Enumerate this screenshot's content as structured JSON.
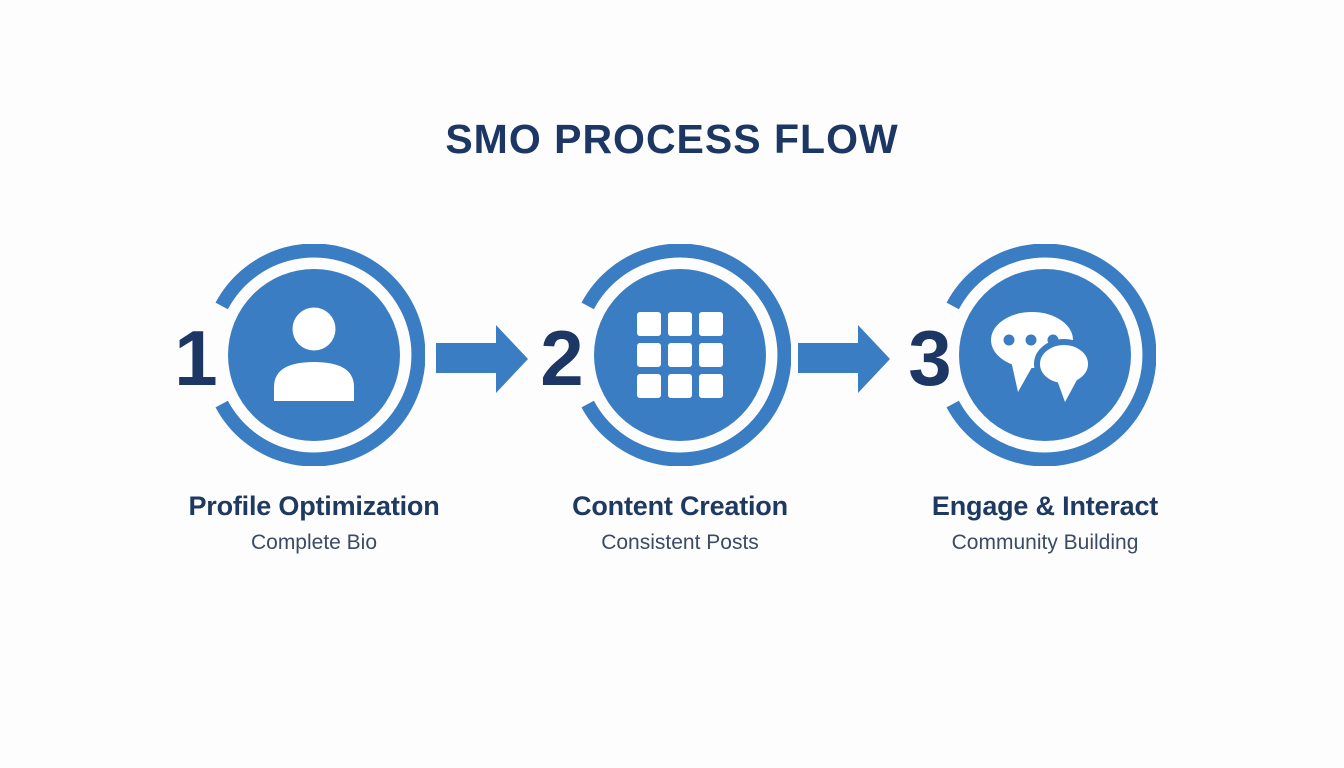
{
  "title": "SMO PROCESS FLOW",
  "colors": {
    "primary_blue": "#3a7dc3",
    "navy": "#1c3764",
    "label_navy": "#1e3a60",
    "subtitle_gray": "#3c4a63",
    "background": "#fdfdfe",
    "icon_white": "#ffffff"
  },
  "steps": [
    {
      "number": "1",
      "icon": "user-icon",
      "title": "Profile Optimization",
      "subtitle": "Complete Bio"
    },
    {
      "number": "2",
      "icon": "grid-icon",
      "title": "Content Creation",
      "subtitle": "Consistent Posts"
    },
    {
      "number": "3",
      "icon": "chat-bubbles-icon",
      "title": "Engage & Interact",
      "subtitle": "Community Building"
    }
  ],
  "connectors": [
    {
      "icon": "arrow-right-icon"
    },
    {
      "icon": "arrow-right-icon"
    }
  ]
}
